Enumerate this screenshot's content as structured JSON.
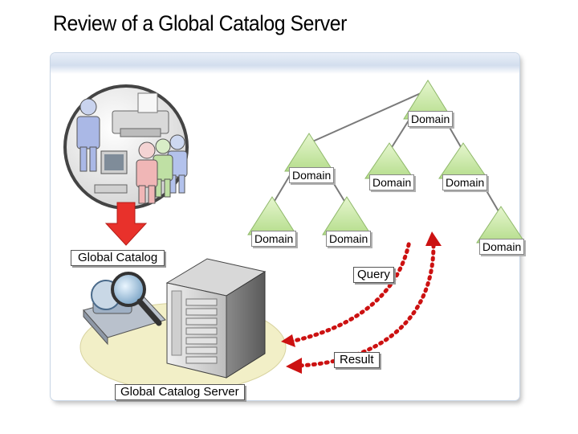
{
  "title": "Review of a Global Catalog Server",
  "domains": [
    "Domain",
    "Domain",
    "Domain",
    "Domain",
    "Domain",
    "Domain",
    "Domain"
  ],
  "labels": {
    "global_catalog": "Global Catalog",
    "query": "Query",
    "result": "Result",
    "global_catalog_server": "Global Catalog Server"
  },
  "colors": {
    "domain_triangle": "#c6e8a3",
    "arrow_red": "#e8312b",
    "dotted_arrow": "#cc1111",
    "server_gray": "#b8b8b8",
    "ellipse_cream": "#f2efc7"
  },
  "icons": [
    "users-printer-computer-icon",
    "down-arrow-icon",
    "magnifier-catalog-icon",
    "server-tower-icon"
  ]
}
